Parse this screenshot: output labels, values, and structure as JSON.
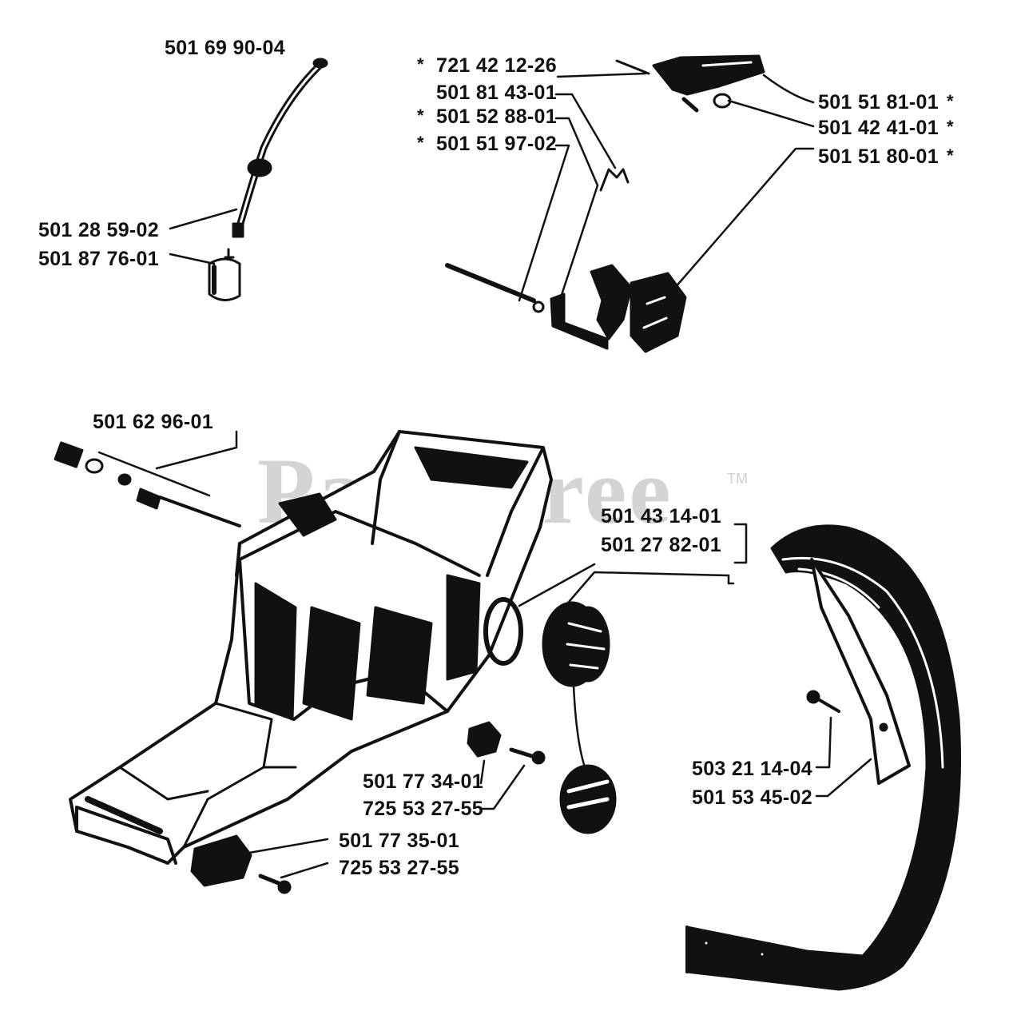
{
  "watermark": {
    "text": "PartsTree",
    "tm": "TM"
  },
  "parts": {
    "p_501_69_90_04": "501 69 90-04",
    "p_501_28_59_02": "501 28 59-02",
    "p_501_87_76_01": "501 87 76-01",
    "p_721_42_12_26": "721 42 12-26",
    "p_501_81_43_01": "501 81 43-01",
    "p_501_52_88_01": "501 52 88-01",
    "p_501_51_97_02": "501 51 97-02",
    "p_501_51_81_01": "501 51 81-01",
    "p_501_42_41_01": "501 42 41-01",
    "p_501_51_80_01": "501 51 80-01",
    "p_501_62_96_01": "501 62 96-01",
    "p_501_43_14_01": "501 43 14-01",
    "p_501_27_82_01": "501 27 82-01",
    "p_503_21_14_04": "503 21 14-04",
    "p_501_53_45_02": "501 53 45-02",
    "p_501_77_34_01": "501 77 34-01",
    "p_725_53_27_55_a": "725 53 27-55",
    "p_501_77_35_01": "501 77 35-01",
    "p_725_53_27_55_b": "725 53 27-55"
  },
  "star": "*"
}
